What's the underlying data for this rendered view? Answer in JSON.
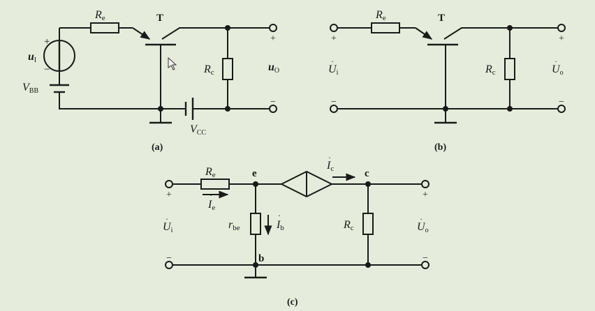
{
  "circuit_a": {
    "caption": "(a)",
    "transistor": "T",
    "re_main": "R",
    "re_sub": "e",
    "rc_main": "R",
    "rc_sub": "c",
    "ui_main": "u",
    "ui_sub": "I",
    "uo_main": "u",
    "uo_sub": "O",
    "vbb_main": "V",
    "vbb_sub": "BB",
    "vcc_main": "V",
    "vcc_sub": "CC",
    "plus": "+",
    "minus": "−"
  },
  "circuit_b": {
    "caption": "(b)",
    "transistor": "T",
    "re_main": "R",
    "re_sub": "e",
    "rc_main": "R",
    "rc_sub": "c",
    "ui_main": "U",
    "ui_sub": "i",
    "uo_main": "U",
    "uo_sub": "o",
    "plus": "+",
    "minus": "−"
  },
  "circuit_c": {
    "caption": "(c)",
    "re_main": "R",
    "re_sub": "e",
    "rc_main": "R",
    "rc_sub": "c",
    "rbe_main": "r",
    "rbe_sub": "be",
    "ie_main": "I",
    "ie_sub": "e",
    "ic_main": "I",
    "ic_sub": "c",
    "ib_main": "I",
    "ib_sub": "b",
    "node_e": "e",
    "node_c": "c",
    "node_b": "b",
    "ui_main": "U",
    "ui_sub": "i",
    "uo_main": "U",
    "uo_sub": "o",
    "plus": "+",
    "minus": "−"
  }
}
